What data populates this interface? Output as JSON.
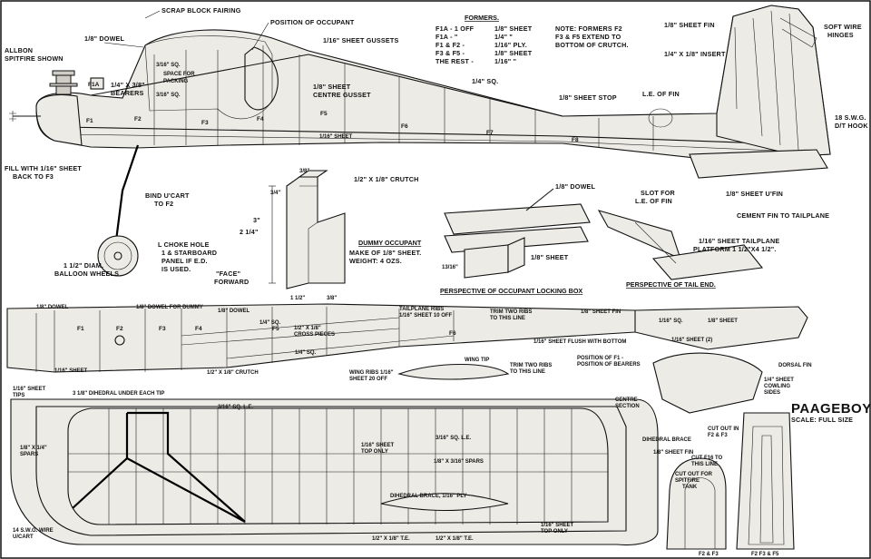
{
  "title": "PAAGEBOY",
  "scale": "SCALE: FULL SIZE",
  "formers_table": {
    "heading": "FORMERS.",
    "rows": [
      {
        "former": "F1A - 1 OFF",
        "material": "1/8\" SHEET"
      },
      {
        "former": "F1A - \"",
        "material": "1/4\" \""
      },
      {
        "former": "F1 & F2 -",
        "material": "1/16\" PLY."
      },
      {
        "former": "F3 & F5 -",
        "material": "1/8\" SHEET"
      },
      {
        "former": "THE REST -",
        "material": "1/16\" \""
      }
    ]
  },
  "note": [
    "NOTE: FORMERS F2",
    "F3 & F5 EXTEND TO",
    "BOTTOM OF CRUTCH."
  ],
  "side_view_labels": {
    "scrap_block": "SCRAP BLOCK FAIRING",
    "position_occupant": "POSITION OF OCCUPANT",
    "dowel": "1/8\" DOWEL",
    "allbon": [
      "ALLBON",
      "SPITFIRE SHOWN"
    ],
    "bearers": [
      "1/4\" X 3/8\"",
      "BEARERS"
    ],
    "sq_316a": "3/16\" SQ.",
    "space_packing": [
      "SPACE FOR",
      "PACKING"
    ],
    "sq_316b": "3/16\" SQ.",
    "gussets": "1/16\" SHEET GUSSETS",
    "centre_gusset": [
      "1/8\" SHEET",
      "CENTRE GUSSET"
    ],
    "sheet_116": "1/16\" SHEET",
    "sq_14": "1/4\" SQ.",
    "sheet_stop": "1/8\" SHEET STOP",
    "le_fin": "L.E. OF FIN",
    "sheet_fin": "1/8\" SHEET FIN",
    "insert": "1/4\" X 1/8\" INSERT",
    "soft_wire": [
      "SOFT WIRE",
      "HINGES"
    ],
    "swg": [
      "18 S.W.G.",
      "D/T HOOK"
    ],
    "fill": [
      "FILL WITH 1/16\" SHEET",
      "BACK TO F3"
    ],
    "crutch": "1/2\" X 1/8\" CRUTCH",
    "bind": [
      "BIND U'CART",
      "TO F2"
    ],
    "ufin": "1/8\" SHEET U'FIN",
    "cement": "CEMENT FIN TO TAILPLANE",
    "choke": [
      "L CHOKE HOLE",
      "1 & STARBOARD",
      "PANEL IF E.D.",
      "IS USED."
    ],
    "wheels": [
      "1 1/2\" DIAM.",
      "BALLOON WHEELS"
    ],
    "face": [
      "\"FACE\"",
      "FORWARD"
    ],
    "dummy": [
      "DUMMY OCCUPANT",
      "MAKE OF 1/8\" SHEET.",
      "WEIGHT: 4 OZS."
    ],
    "dowel_box": "1/8\" DOWEL",
    "sheet_box": "1/8\" SHEET",
    "locking_box": "PERSPECTIVE OF OCCUPANT LOCKING BOX",
    "slot": [
      "SLOT FOR",
      "L.E. OF FIN"
    ],
    "tailplane_platform": [
      "1/16\" SHEET TAILPLANE",
      "PLATFORM 1 1/2\"X4 1/2\"."
    ],
    "tail_end": "PERSPECTIVE OF TAIL END.",
    "dim_3": "3\"",
    "dim_214": "2 1/4\"",
    "dim_34": "3/4\"",
    "dim_112": "1 1/2\"",
    "dim_38a": "3/8\"",
    "dim_38b": "3/8\"",
    "dim_1316": "13/16\"",
    "dim_18": "1/8\""
  },
  "formers_side": [
    "F1A",
    "F1",
    "F2",
    "F3",
    "F4",
    "F5",
    "F6",
    "F7",
    "F8"
  ],
  "top_view_labels": {
    "dowel_a": "1/8\" DOWEL",
    "dowel_dummy": "1/8\" DOWEL FOR DUMMY",
    "dowel_b": "1/8\" DOWEL",
    "sq14": "1/4\" SQ.",
    "cross": [
      "1/2\" X 1/8\"",
      "CROSS PIECES"
    ],
    "sq14b": "1/4\" SQ.",
    "tailplane_ribs": [
      "TAILPLANE RIBS",
      "1/16\" SHEET 10 OFF"
    ],
    "trim1": [
      "TRIM TWO RIBS",
      "TO THIS LINE"
    ],
    "fin_sheet": "1/8\" SHEET FIN",
    "sq116": "1/16\" SQ.",
    "sheet18": "1/8\" SHEET",
    "flush": "1/16\" SHEET FLUSH WITH BOTTOM",
    "sheet_2": "1/16\" SHEET (2)",
    "sheet116": "1/16\" SHEET",
    "crutch": "1/2\" X 1/8\" CRUTCH",
    "wing_ribs": [
      "WING RIBS 1/16\"",
      "SHEET 20 OFF"
    ],
    "wing_tip": "WING TIP",
    "trim2": [
      "TRIM TWO RIBS",
      "TO THIS LINE"
    ],
    "pos_f1": [
      "POSITION OF F1 -",
      "POSITION OF BEARERS"
    ],
    "dorsal": "DORSAL FIN",
    "cowling": [
      "1/4\" SHEET",
      "COWLING",
      "SIDES"
    ],
    "dihedral_tip": "3 1/8\" DIHEDRAL UNDER EACH TIP",
    "sq_le": "3/16\" SQ. L.E.",
    "centre_section": [
      "CENTRE",
      "SECTION"
    ],
    "tips": [
      "1/16\" SHEET",
      "TIPS"
    ],
    "spars_a": [
      "1/8\" X 1/4\"",
      "SPARS"
    ],
    "sq_le2": "3/16\" SQ. L.E.",
    "top_only": [
      "1/16\" SHEET",
      "TOP ONLY"
    ],
    "spars_b": "1/8\" X 3/16\" SPARS",
    "dihedral_brace": "DIHEDRAL BRACE, 1/16\" PLY",
    "swg14": [
      "14 S.W.G. WIRE",
      "U/CART"
    ],
    "te_a": "1/2\" X 1/8\" T.E.",
    "te_b": "1/2\" X 1/8\" T.E.",
    "top_only2": [
      "1/16\" SHEET",
      "TOP ONLY"
    ],
    "dihedral_brace2": "DIHEDRAL BRACE",
    "fin_sheet2": "1/8\" SHEET FIN",
    "cut_f2": [
      "CUT OUT IN",
      "F2 & F3"
    ],
    "cut_line": [
      "CUT F16 TO",
      "THIS LINE"
    ],
    "cut_spitfire": [
      "CUT OUT FOR",
      "SPITFIRE",
      "TANK"
    ],
    "f2f3": "F2 & F3",
    "f2f3f5": "F2 F3 & F5"
  },
  "formers_top": [
    "F1",
    "F2",
    "F3",
    "F4",
    "F5",
    "F6"
  ]
}
